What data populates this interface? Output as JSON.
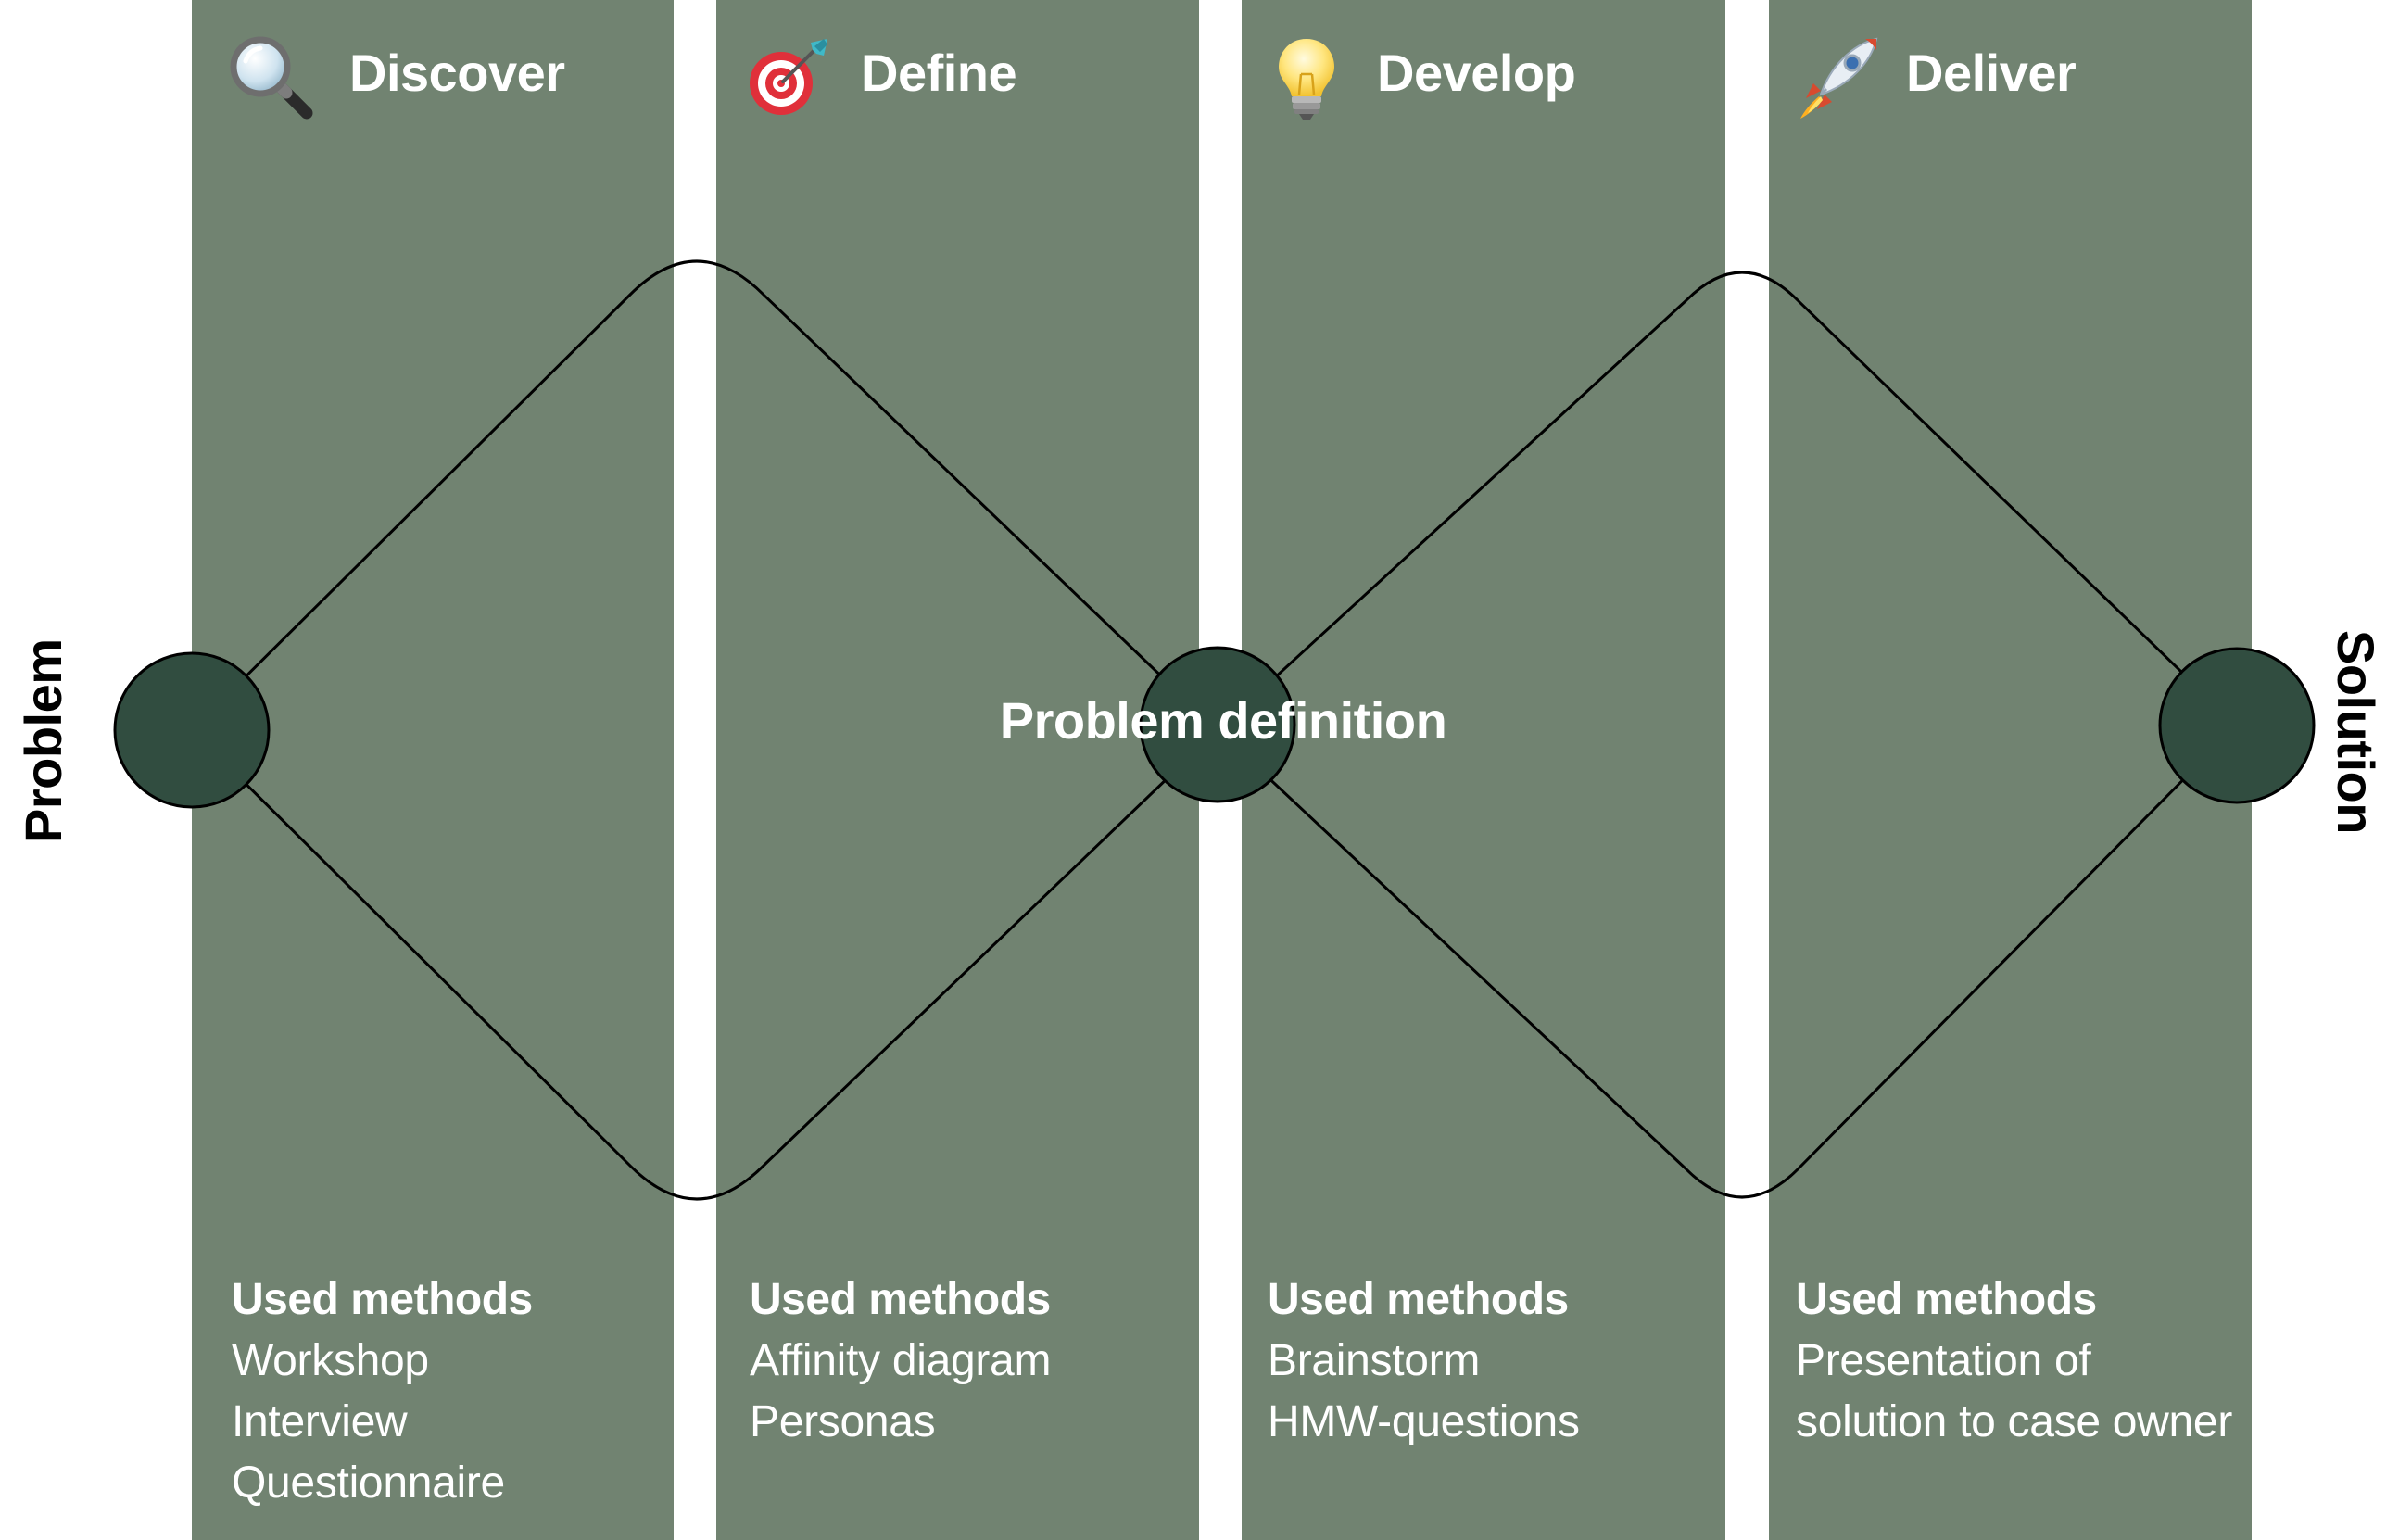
{
  "diagram": {
    "side_labels": {
      "start": "Problem",
      "end": "Solution"
    },
    "center_label": "Problem definition",
    "colors": {
      "column_fill": "#718371",
      "node_fill": "#314d40",
      "stroke": "#000000",
      "text_on_column": "#ffffff",
      "background": "#ffffff"
    },
    "phases": [
      {
        "title": "Discover",
        "icon": "magnifying-glass-icon",
        "methods_heading": "Used methods",
        "methods": [
          "Workshop",
          "Interview",
          "Questionnaire"
        ]
      },
      {
        "title": "Define",
        "icon": "target-dart-icon",
        "methods_heading": "Used methods",
        "methods": [
          "Affinity diagram",
          "Personas"
        ]
      },
      {
        "title": "Develop",
        "icon": "light-bulb-icon",
        "methods_heading": "Used methods",
        "methods": [
          "Brainstorm",
          "HMW-questions"
        ]
      },
      {
        "title": "Deliver",
        "icon": "rocket-icon",
        "methods_heading": "Used methods",
        "methods": [
          "Presentation of",
          "solution to case owner"
        ]
      }
    ]
  }
}
